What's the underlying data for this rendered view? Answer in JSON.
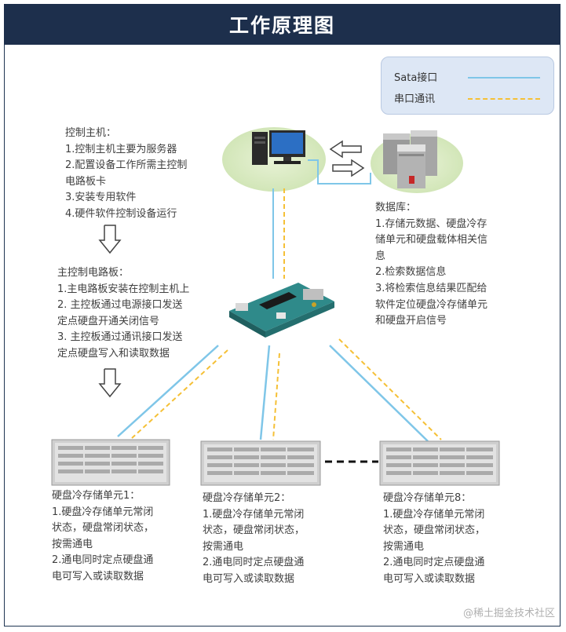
{
  "title": "工作原理图",
  "legend": {
    "items": [
      {
        "label": "Sata接口",
        "color": "#7fc6e8",
        "style": "solid"
      },
      {
        "label": "串口通讯",
        "color": "#f5c036",
        "style": "dashed"
      }
    ]
  },
  "host": {
    "heading": "控制主机：",
    "lines": [
      "1.控制主机主要为服务器",
      "2.配置设备工作所需主控制",
      "电路板卡",
      "3.安装专用软件",
      "4.硬件软件控制设备运行"
    ]
  },
  "board": {
    "heading": "主控制电路板：",
    "lines": [
      "1.主电路板安装在控制主机上",
      "2. 主控板通过电源接口发送",
      "定点硬盘开通关闭信号",
      "3. 主控板通过通讯接口发送",
      "定点硬盘写入和读取数据"
    ]
  },
  "database": {
    "heading": "数据库：",
    "lines": [
      "1.存储元数据、硬盘冷存",
      "储单元和硬盘载体相关信",
      "息",
      "2.检索数据信息",
      "3.将检索信息结果匹配给",
      "软件定位硬盘冷存储单元",
      "和硬盘开启信号"
    ]
  },
  "units": [
    {
      "heading": "硬盘冷存储单元1：",
      "lines": [
        "1.硬盘冷存储单元常闭",
        "状态，硬盘常闭状态，",
        "按需通电",
        "2.通电同时定点硬盘通",
        "电可写入或读取数据"
      ]
    },
    {
      "heading": "硬盘冷存储单元2：",
      "lines": [
        "1.硬盘冷存储单元常闭",
        "状态，硬盘常闭状态，",
        "按需通电",
        "2.通电同时定点硬盘通",
        "电可写入或读取数据"
      ]
    },
    {
      "heading": "硬盘冷存储单元8：",
      "lines": [
        "1.硬盘冷存储单元常闭",
        "状态，硬盘常闭状态，",
        "按需通电",
        "2.通电同时定点硬盘通",
        "电可写入或读取数据"
      ]
    }
  ],
  "watermark": "@稀土掘金技术社区",
  "icons": [
    "desktop-computer-icon",
    "server-tower-icon",
    "circuit-board-icon",
    "disk-array-icon",
    "down-arrow-icon",
    "exchange-arrows-icon"
  ]
}
